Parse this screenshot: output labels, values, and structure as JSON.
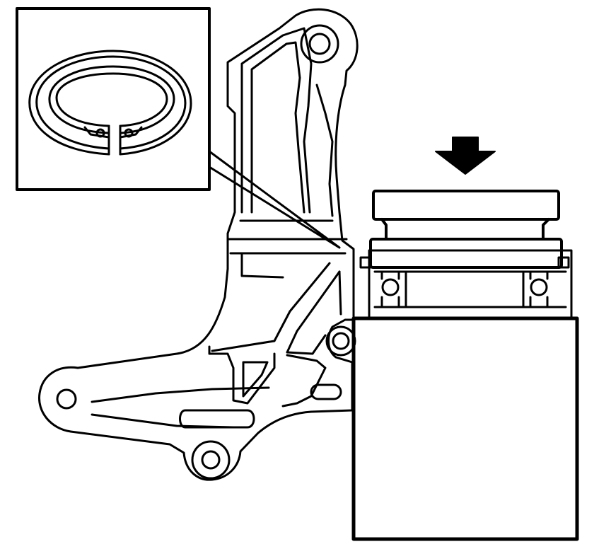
{
  "diagram": {
    "type": "technical-line-illustration",
    "subject": "snap-ring-and-wheel-bearing-press",
    "line_color": "#000000",
    "background_color": "#ffffff",
    "arrow_color": "#000000",
    "callout": {
      "icon": "snap-ring-icon"
    },
    "press_arrow": {
      "icon": "down-arrow-icon",
      "direction": "down"
    }
  }
}
